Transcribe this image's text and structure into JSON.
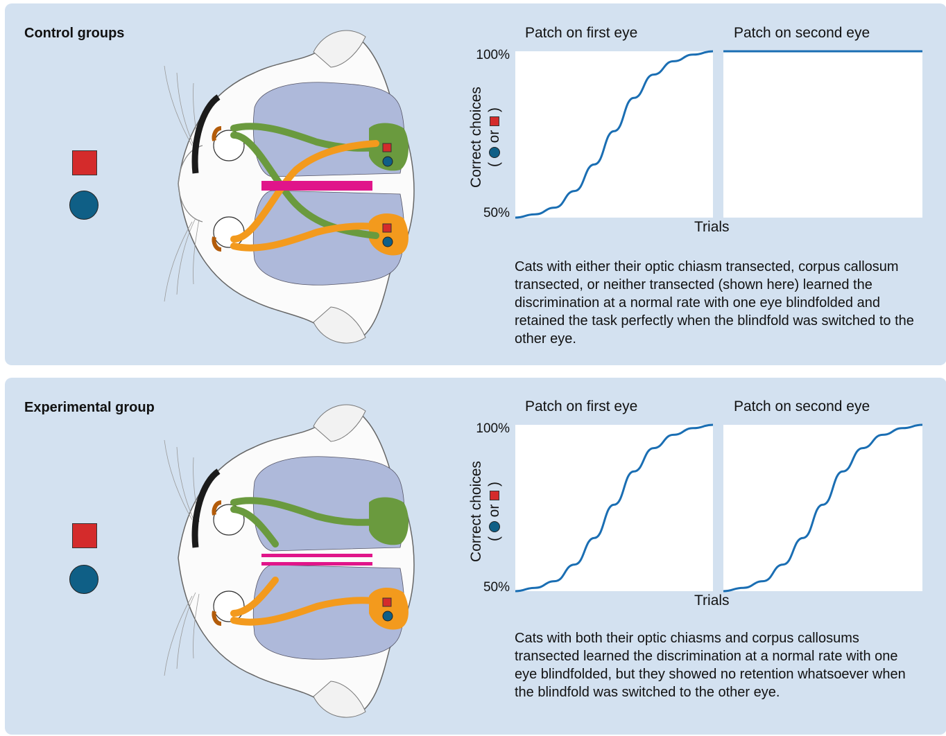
{
  "panels": [
    {
      "title": "Control groups",
      "left_chart_title": "Patch on first eye",
      "right_chart_title": "Patch on second eye",
      "ylabel": "Correct choices",
      "ylabel_connector": "or",
      "y_tick_top": "100%",
      "y_tick_bottom": "50%",
      "xlabel": "Trials",
      "caption": "Cats with either their optic chiasm transected, corpus callosum transected, or neither transected (shown here) learned the discrimination at a normal rate with one eye blindfolded and retained the task perfectly when the blindfold was switched to the other eye."
    },
    {
      "title": "Experimental group",
      "left_chart_title": "Patch on first eye",
      "right_chart_title": "Patch on second eye",
      "ylabel": "Correct choices",
      "ylabel_connector": "or",
      "y_tick_top": "100%",
      "y_tick_bottom": "50%",
      "xlabel": "Trials",
      "caption": "Cats with both their optic chiasms and corpus callosums transected learned the discrimination at a normal rate with one eye blindfolded, but they showed no retention whatsoever when the blindfold was switched to the other eye."
    }
  ],
  "colors": {
    "background": "#d3e1f0",
    "curve": "#1a6eb3",
    "brain": "#aeb9da",
    "left_pathway": "#6a9a3e",
    "right_pathway": "#f39a1d",
    "corpus_callosum": "#e0158a",
    "stimulus_square": "#d42b2b",
    "stimulus_circle": "#0f5f86"
  },
  "chart_data": [
    {
      "type": "line",
      "title": "Patch on first eye",
      "xlabel": "Trials",
      "ylabel": "Correct choices",
      "ylim": [
        50,
        100
      ],
      "series": [
        {
          "x": [
            0,
            0.1,
            0.2,
            0.3,
            0.4,
            0.5,
            0.6,
            0.7,
            0.8,
            0.9,
            1.0
          ],
          "values": [
            50,
            51,
            53,
            58,
            66,
            76,
            86,
            93,
            97,
            99,
            100
          ]
        }
      ]
    },
    {
      "type": "line",
      "title": "Patch on second eye",
      "xlabel": "Trials",
      "ylabel": "Correct choices",
      "ylim": [
        50,
        100
      ],
      "series": [
        {
          "x": [
            0,
            1.0
          ],
          "values": [
            100,
            100
          ]
        }
      ]
    },
    {
      "type": "line",
      "title": "Patch on first eye",
      "xlabel": "Trials",
      "ylabel": "Correct choices",
      "ylim": [
        50,
        100
      ],
      "series": [
        {
          "x": [
            0,
            0.1,
            0.2,
            0.3,
            0.4,
            0.5,
            0.6,
            0.7,
            0.8,
            0.9,
            1.0
          ],
          "values": [
            50,
            51,
            53,
            58,
            66,
            76,
            86,
            93,
            97,
            99,
            100
          ]
        }
      ]
    },
    {
      "type": "line",
      "title": "Patch on second eye",
      "xlabel": "Trials",
      "ylabel": "Correct choices",
      "ylim": [
        50,
        100
      ],
      "series": [
        {
          "x": [
            0,
            0.1,
            0.2,
            0.3,
            0.4,
            0.5,
            0.6,
            0.7,
            0.8,
            0.9,
            1.0
          ],
          "values": [
            50,
            51,
            53,
            58,
            66,
            76,
            86,
            93,
            97,
            99,
            100
          ]
        }
      ]
    }
  ]
}
